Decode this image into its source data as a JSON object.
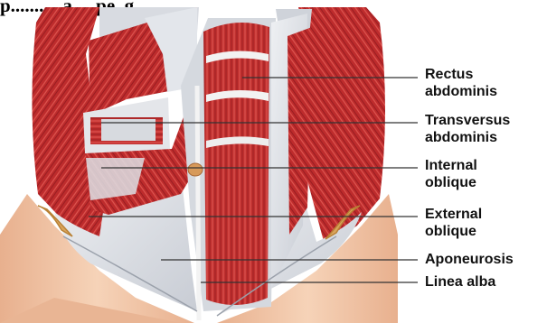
{
  "header_fragment": "p...........a.....pe..g.........",
  "labels": {
    "rectus": {
      "line1": "Rectus",
      "line2": "abdominis"
    },
    "transversus": {
      "line1": "Transversus",
      "line2": "abdominis"
    },
    "internal": {
      "line1": "Internal",
      "line2": "oblique"
    },
    "external": {
      "line1": "External",
      "line2": "oblique"
    },
    "aponeurosis": {
      "line1": "Aponeurosis"
    },
    "linea_alba": {
      "line1": "Linea alba"
    }
  },
  "colors": {
    "muscle": "#b8262a",
    "muscle_light": "#d9484a",
    "fascia": "#d9dde3",
    "skin": "#f0c4a4",
    "bone": "#d9a45c",
    "leader": "#333333"
  }
}
